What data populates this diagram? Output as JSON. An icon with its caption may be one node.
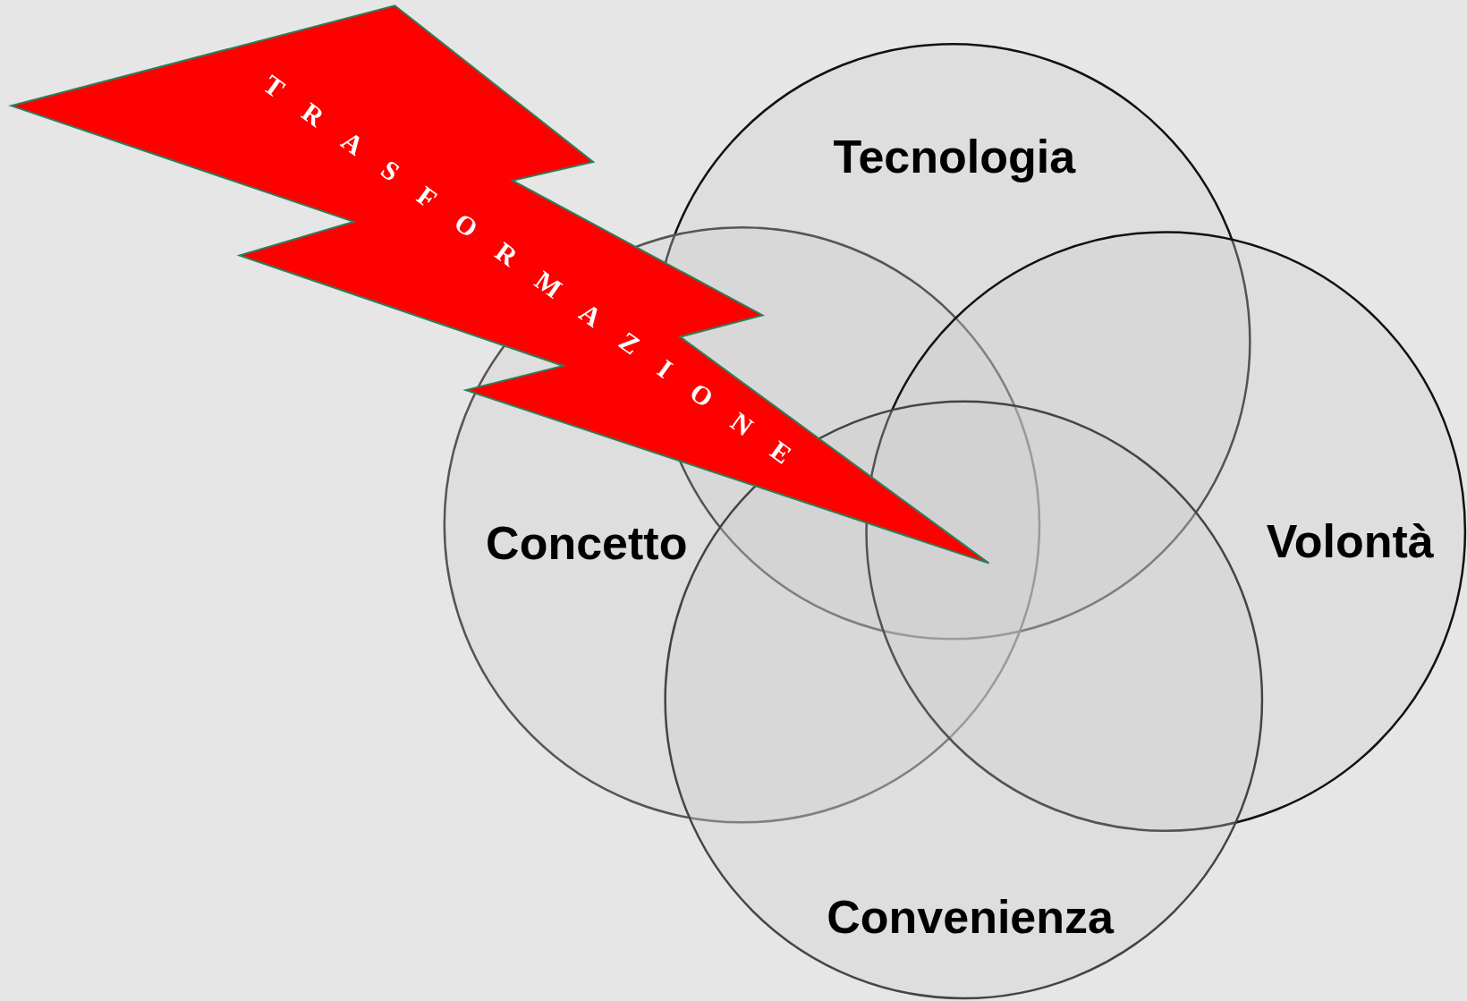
{
  "diagram": {
    "nodes": [
      {
        "text": [
          "TRASFORMAZIONE"
        ]
      },
      {
        "text": [
          "Tecnologia"
        ]
      },
      {
        "text": [
          "Concetto"
        ]
      },
      {
        "text": [
          "Volontà"
        ]
      },
      {
        "text": [
          "Convenienza"
        ]
      }
    ]
  }
}
